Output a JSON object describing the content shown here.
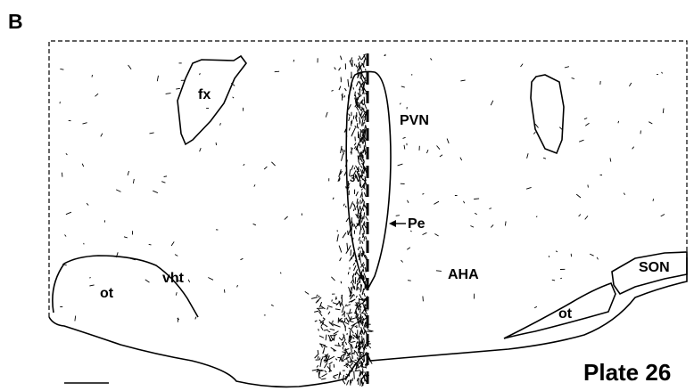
{
  "panel_label": "B",
  "plate_label": "Plate 26",
  "labels": {
    "fornix": "fx",
    "third_ventricle": "3V",
    "paraventricular_nucleus": "PVN",
    "periventricular_nucleus": "Pe",
    "anterior_hypothalamic_area": "AHA",
    "optic_tract_left": "ot",
    "optic_tract_right": "ot",
    "ventral_hypothalamic_tract": "vht",
    "supraoptic_nucleus": "SON"
  },
  "colors": {
    "ink": "#000000",
    "background": "#ffffff"
  },
  "scale_bar": {
    "label": ""
  }
}
